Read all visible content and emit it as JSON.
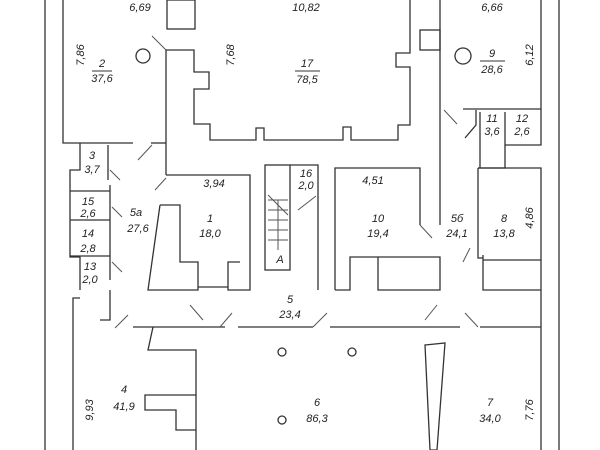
{
  "rooms": [
    {
      "id": "2",
      "area": "37,6"
    },
    {
      "id": "3",
      "area": "3,7"
    },
    {
      "id": "15",
      "area": "2,6"
    },
    {
      "id": "14",
      "area": "2,8"
    },
    {
      "id": "13",
      "area": "2,0"
    },
    {
      "id": "5а",
      "area": "27,6"
    },
    {
      "id": "1",
      "area": "18,0"
    },
    {
      "id": "16",
      "area": "2,0"
    },
    {
      "id": "17",
      "area": "78,5"
    },
    {
      "id": "10",
      "area": "19,4"
    },
    {
      "id": "5б",
      "area": "24,1"
    },
    {
      "id": "9",
      "area": "28,6"
    },
    {
      "id": "11",
      "area": "3,6"
    },
    {
      "id": "12",
      "area": "2,6"
    },
    {
      "id": "8",
      "area": "13,8"
    },
    {
      "id": "5",
      "area": "23,4"
    },
    {
      "id": "4",
      "area": "41,9"
    },
    {
      "id": "6",
      "area": "86,3"
    },
    {
      "id": "7",
      "area": "34,0"
    }
  ],
  "dimensions": [
    "6,69",
    "10,82",
    "6,66",
    "7,86",
    "7,68",
    "6,12",
    "3,94",
    "4,51",
    "4,86",
    "9,93",
    "7,76"
  ],
  "stair_label": "А"
}
